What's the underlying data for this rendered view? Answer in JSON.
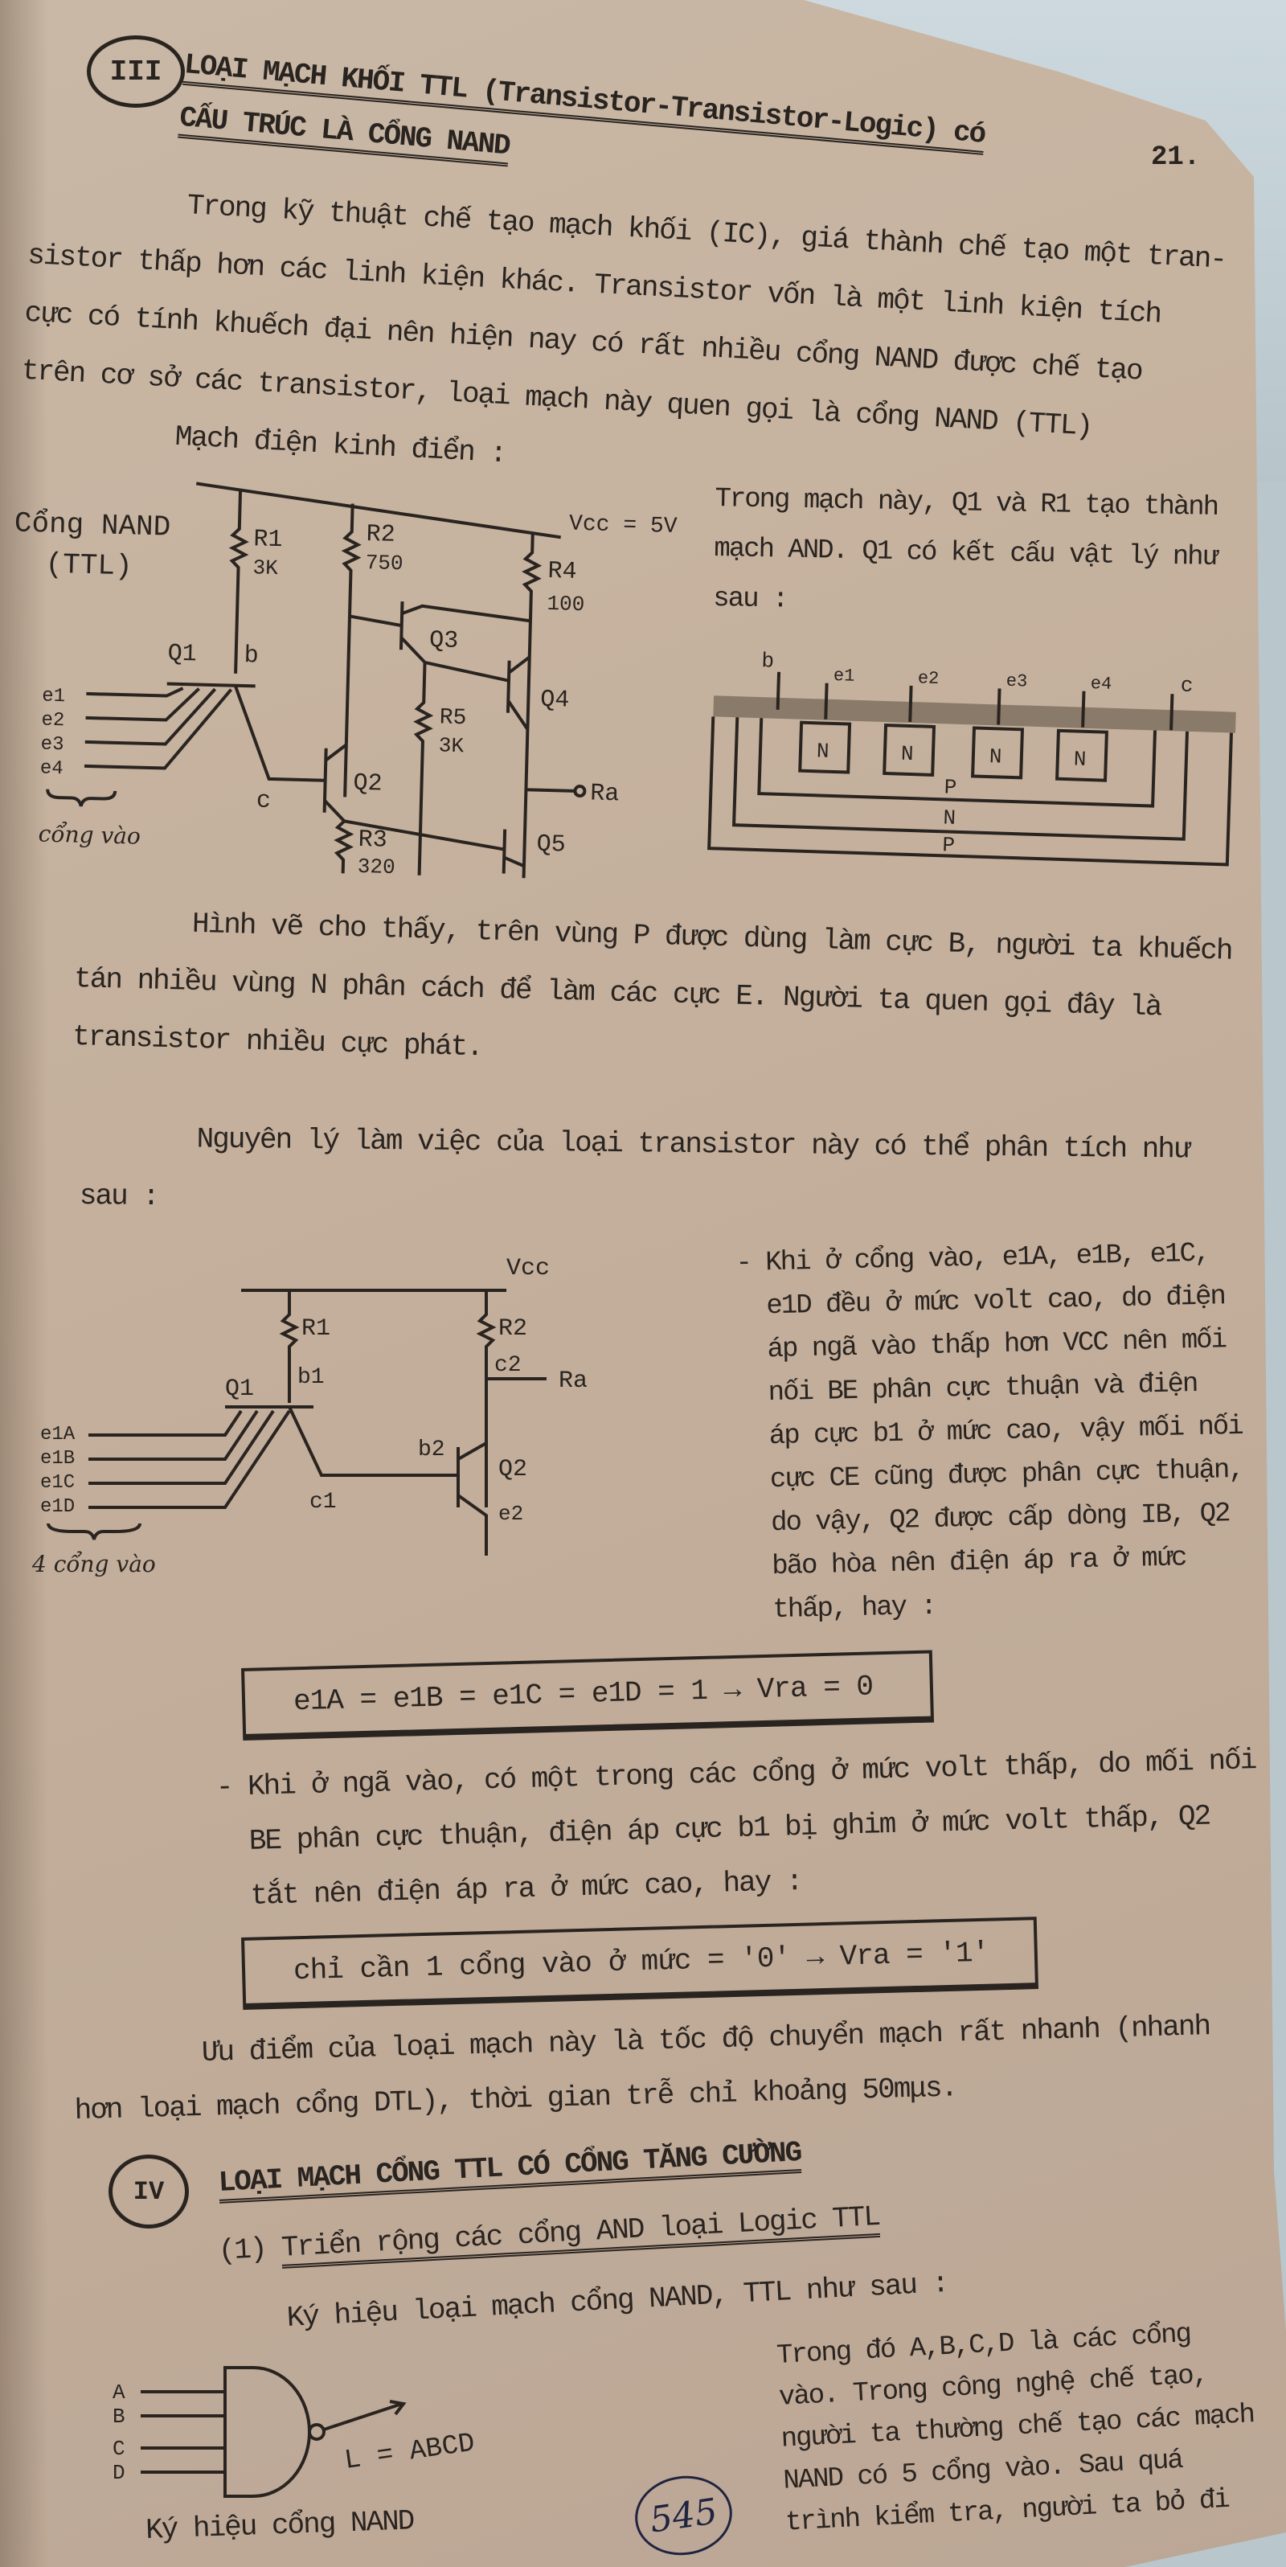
{
  "page_number": "21.",
  "handwritten_page_number": "545",
  "colors": {
    "paper": "#c6b3a0",
    "ink": "#2a2420",
    "background": "#b9c6cc"
  },
  "section3": {
    "numeral": "III",
    "title_line1": "LOẠI MẠCH KHỐI TTL (Transistor-Transistor-Logic) có",
    "title_line2": "CẤU TRÚC LÀ CỔNG NAND",
    "intro_lines": [
      "Trong kỹ thuật chế tạo mạch khối (IC), giá thành chế tạo một tran-",
      "sistor thấp hơn các linh kiện khác. Transistor vốn là một linh kiện tích",
      "cực có tính khuếch đại nên hiện nay có rất nhiều cổng NAND được chế tạo",
      "trên cơ sở các transistor, loại mạch này quen gọi là cổng NAND (TTL)"
    ],
    "circuit_heading": "Mạch điện kinh điển :",
    "circuit1": {
      "label_line1": "Cổng NAND",
      "label_line2": "(TTL)",
      "vcc": "Vcc = 5V",
      "r1": "R1",
      "r1_val": "3K",
      "r2": "R2",
      "r2_val": "750",
      "r3": "R3",
      "r3_val": "320",
      "r4": "R4",
      "r4_val": "100",
      "r5": "R5",
      "r5_val": "3K",
      "q1": "Q1",
      "q2": "Q2",
      "q3": "Q3",
      "q4": "Q4",
      "q5": "Q5",
      "b": "b",
      "c": "c",
      "out": "Ra",
      "inputs": [
        "e1",
        "e2",
        "e3",
        "e4"
      ],
      "inputs_label": "cổng vào"
    },
    "structure_text": [
      "Trong mạch này, Q1 và R1 tạo thành",
      "mạch AND. Q1 có kết cấu vật lý như",
      "sau :"
    ],
    "structure": {
      "b": "b",
      "c": "c",
      "emitters": [
        "e1",
        "e2",
        "e3",
        "e4"
      ],
      "n": "N",
      "p": "P",
      "n_layer": "N",
      "p_sub": "P"
    },
    "figure_explain": [
      "Hình vẽ cho thấy, trên vùng P được dùng làm cực B, người ta khuếch",
      "tán nhiều vùng N phân cách để làm các cực E. Người ta quen gọi đây là",
      "transistor nhiều cực phát."
    ],
    "principle": [
      "Nguyên lý làm việc của loại transistor này có thể phân tích như",
      "sau :"
    ],
    "circuit2": {
      "vcc": "Vcc",
      "r1": "R1",
      "r2": "R2",
      "q1": "Q1",
      "q2": "Q2",
      "b1": "b1",
      "b2": "b2",
      "c1": "c1",
      "c2": "c2",
      "e2": "e2",
      "out": "Ra",
      "inputs": [
        "e1A",
        "e1B",
        "e1C",
        "e1D"
      ],
      "inputs_label": "4 cổng vào"
    },
    "case_high": [
      "- Khi ở cổng vào, e1A, e1B, e1C,",
      "  e1D đều ở mức volt cao, do điện",
      "  áp ngã vào thấp hơn VCC nên mối",
      "  nối BE phân cực thuận và điện",
      "  áp cực b1 ở mức cao, vậy mối nối",
      "  cực CE cũng được phân cực thuận,",
      "  do vậy, Q2 được cấp dòng IB, Q2",
      "  bão hòa nên điện áp ra ở mức",
      "  thấp, hay :"
    ],
    "formula1": "e1A = e1B = e1C = e1D = 1 → Vra = 0",
    "case_low": [
      "- Khi ở ngã vào, có một trong các cổng ở mức volt thấp, do mối nối",
      "  BE phân cực thuận, điện áp cực b1 bị ghim ở mức volt thấp, Q2",
      "  tắt nên điện áp ra ở mức cao, hay :"
    ],
    "formula2": "chỉ cần 1 cổng vào ở mức = '0' → Vra = '1'",
    "advantage": [
      "Ưu điểm của loại mạch này là tốc độ chuyển mạch rất nhanh (nhanh",
      "hơn loại mạch cổng DTL), thời gian trễ chỉ khoảng 50mμs."
    ]
  },
  "section4": {
    "numeral": "IV",
    "title_line1": "LOẠI MẠCH CỔNG TTL CÓ CỔNG TĂNG CƯỜNG",
    "sub_num": "(1)",
    "sub_title": "Triển rộng các cổng AND loại Logic TTL",
    "symbol_intro": "Ký hiệu loại mạch cổng NAND, TTL như sau :",
    "right_text": [
      "Trong đó A,B,C,D là các cổng",
      "vào. Trong công nghệ chế tạo,",
      "người ta thường chế tạo các mạch",
      "NAND có 5 cổng vào. Sau quá",
      "trình kiểm tra, người ta bỏ đi"
    ],
    "gate": {
      "inputs": [
        "A",
        "B",
        "C",
        "D"
      ],
      "output": "L = ABCD",
      "caption": "Ký hiệu cổng NAND"
    }
  }
}
